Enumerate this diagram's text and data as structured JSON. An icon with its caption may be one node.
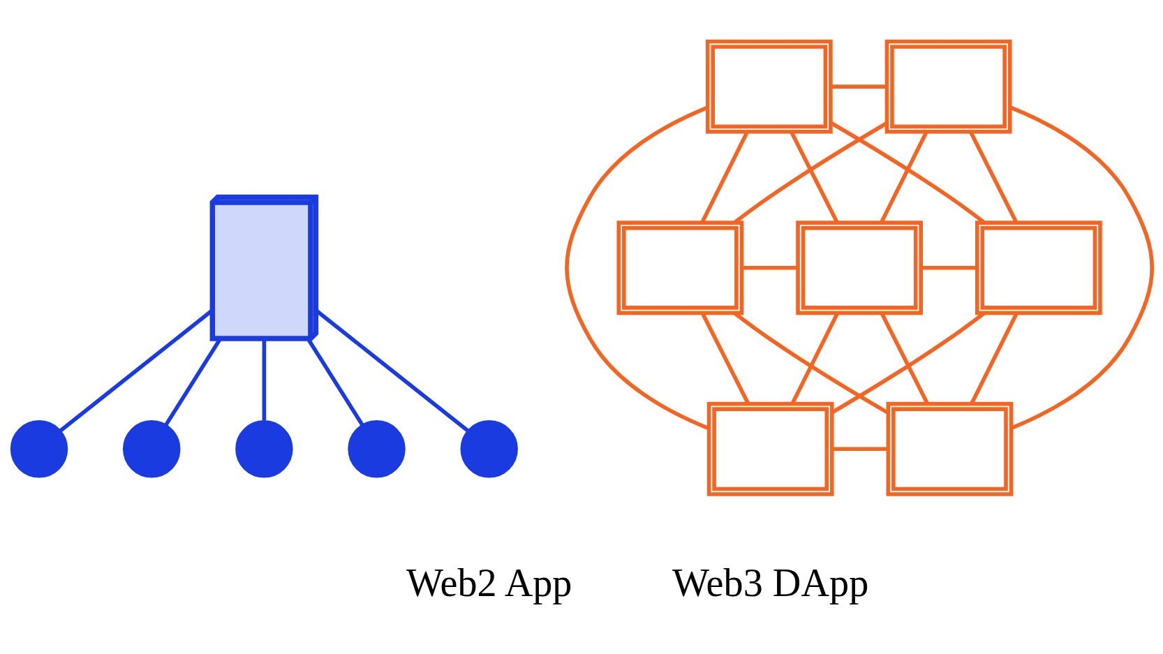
{
  "diagram": {
    "nodes": [
      {
        "text": [],
        "shape": "server"
      },
      {
        "text": [],
        "shape": "person"
      },
      {
        "text": [],
        "shape": "person"
      },
      {
        "text": [],
        "shape": "person"
      },
      {
        "text": [],
        "shape": "person"
      },
      {
        "text": [],
        "shape": "person"
      },
      {
        "text": [],
        "shape": "computer"
      },
      {
        "text": [],
        "shape": "computer"
      },
      {
        "text": [],
        "shape": "computer"
      },
      {
        "text": [],
        "shape": "computer"
      },
      {
        "text": [],
        "shape": "computer"
      },
      {
        "text": [],
        "shape": "computer"
      },
      {
        "text": [],
        "shape": "computer"
      }
    ],
    "edges": [
      {
        "from": 0,
        "to": 1,
        "arrow": "none",
        "color": "#1a3be0"
      },
      {
        "from": 0,
        "to": 2,
        "arrow": "none",
        "color": "#1a3be0"
      },
      {
        "from": 0,
        "to": 3,
        "arrow": "none",
        "color": "#1a3be0"
      },
      {
        "from": 0,
        "to": 4,
        "arrow": "none",
        "color": "#1a3be0"
      },
      {
        "from": 0,
        "to": 5,
        "arrow": "none",
        "color": "#1a3be0"
      },
      {
        "from": 6,
        "to": 7,
        "arrow": "none"
      },
      {
        "from": 6,
        "to": 8,
        "arrow": "none"
      },
      {
        "from": 6,
        "to": 9,
        "arrow": "none"
      },
      {
        "from": 6,
        "to": 10,
        "arrow": "none"
      },
      {
        "from": 6,
        "to": 11,
        "arrow": "none"
      },
      {
        "from": 7,
        "to": 8,
        "arrow": "none"
      },
      {
        "from": 7,
        "to": 9,
        "arrow": "none"
      },
      {
        "from": 7,
        "to": 10,
        "arrow": "none"
      },
      {
        "from": 7,
        "to": 12,
        "arrow": "none"
      },
      {
        "from": 8,
        "to": 9,
        "arrow": "none"
      },
      {
        "from": 8,
        "to": 11,
        "arrow": "none"
      },
      {
        "from": 8,
        "to": 12,
        "arrow": "none"
      },
      {
        "from": 9,
        "to": 10,
        "arrow": "none"
      },
      {
        "from": 9,
        "to": 11,
        "arrow": "none"
      },
      {
        "from": 9,
        "to": 12,
        "arrow": "none"
      },
      {
        "from": 10,
        "to": 11,
        "arrow": "none"
      },
      {
        "from": 10,
        "to": 12,
        "arrow": "none"
      },
      {
        "from": 11,
        "to": 12,
        "arrow": "none"
      }
    ],
    "labels": [
      "Web2 App",
      "Web3 DApp"
    ]
  }
}
